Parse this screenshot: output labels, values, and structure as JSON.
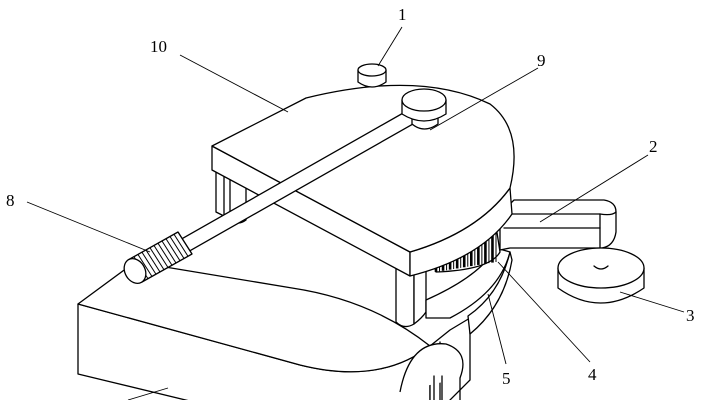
{
  "callouts": [
    {
      "id": "1",
      "label": "1"
    },
    {
      "id": "2",
      "label": "2"
    },
    {
      "id": "3",
      "label": "3"
    },
    {
      "id": "4",
      "label": "4"
    },
    {
      "id": "5",
      "label": "5"
    },
    {
      "id": "8",
      "label": "8"
    },
    {
      "id": "9",
      "label": "9"
    },
    {
      "id": "10",
      "label": "10"
    }
  ]
}
